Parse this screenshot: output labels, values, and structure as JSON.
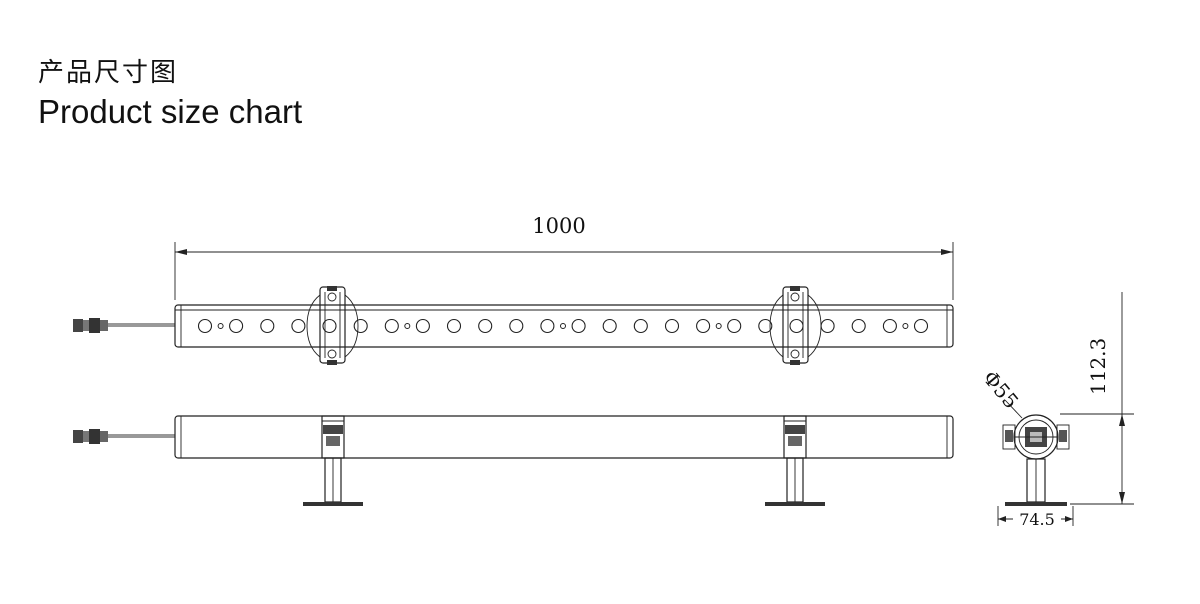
{
  "header": {
    "title_cn": "产品尺寸图",
    "title_en": "Product size chart"
  },
  "dimensions": {
    "length": "1000",
    "height": "112.3",
    "diameter": "Φ55",
    "base_width": "74.5"
  },
  "drawing": {
    "led_count": 24,
    "line_color": "#222222",
    "tube_fill": "#ffffff",
    "connector_fill": "#444444"
  }
}
